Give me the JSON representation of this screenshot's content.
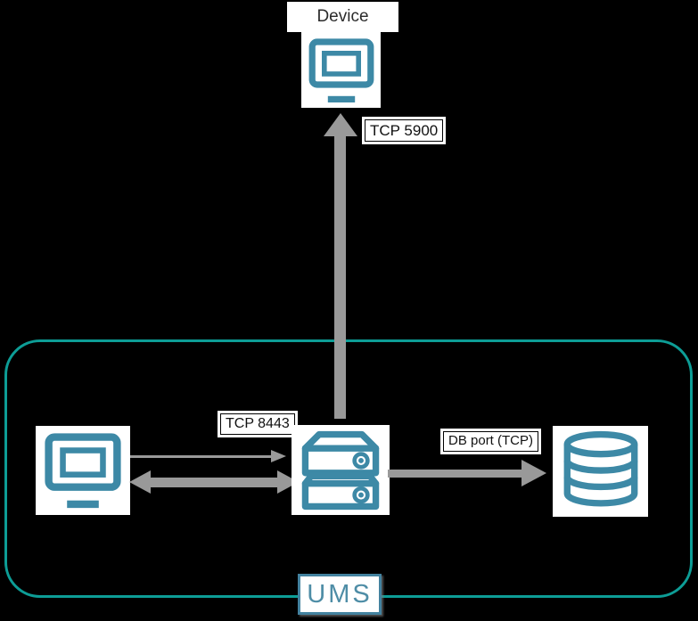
{
  "nodes": {
    "device": {
      "label": "Device",
      "icon": "monitor-icon"
    },
    "console": {
      "icon": "monitor-icon"
    },
    "server": {
      "icon": "server-rack-icon"
    },
    "database": {
      "icon": "database-cylinder-icon"
    }
  },
  "connections": {
    "server_to_device": {
      "label": "TCP 5900",
      "direction": "up"
    },
    "console_to_server": {
      "label": "TCP 8443",
      "direction": "bidirectional"
    },
    "server_to_database": {
      "label": "DB port (TCP)",
      "direction": "right"
    }
  },
  "container": {
    "label": "UMS"
  },
  "colors": {
    "background": "#000000",
    "container_border": "#0d9d96",
    "icon_teal": "#3d89a6",
    "arrow_gray": "#999999",
    "label_background": "#ffffff",
    "label_border": "#000000",
    "label_text": "#111111",
    "ums_label_border": "#43829f",
    "ums_text": "#4e8da6"
  }
}
